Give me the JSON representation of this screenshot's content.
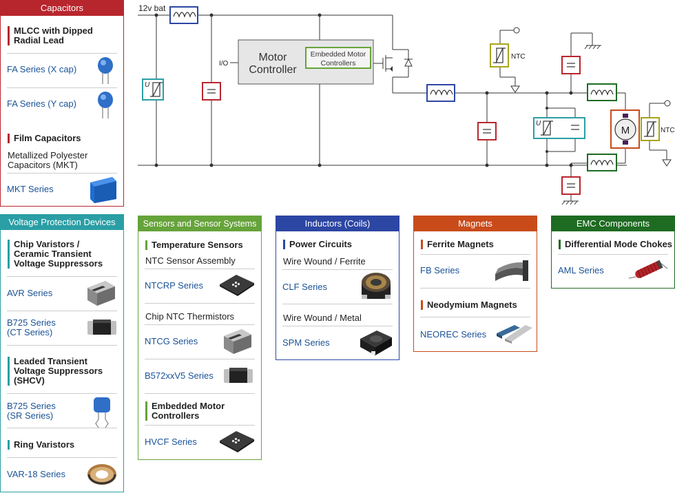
{
  "colors": {
    "capacitors": "#b8262d",
    "voltage": "#2a9ea5",
    "sensors": "#66a33a",
    "inductors": "#2c46a3",
    "magnets": "#c94b1a",
    "emc": "#1e6b22",
    "link": "#1a5296"
  },
  "circuit": {
    "battery_label": "12v bat",
    "io_label": "I/O",
    "controller_line1": "Motor",
    "controller_line2": "Controller",
    "embedded_line1": "Embedded Motor",
    "embedded_line2": "Controllers",
    "ntc_label_1": "NTC",
    "ntc_label_2": "NTC",
    "motor_label": "M",
    "varistor_u_1": "U",
    "varistor_u_2": "U"
  },
  "capacitors": {
    "title": "Capacitors",
    "sec1": "MLCC with Dipped Radial Lead",
    "link1": "FA Series  (X cap)",
    "link2": "FA Series (Y cap)",
    "sec2": "Film Capacitors",
    "sub1": "Metallized Polyester Capacitors (MKT)",
    "link3": "MKT Series"
  },
  "voltage": {
    "title": "Voltage Protection Devices",
    "sec1": "Chip Varistors / Ceramic Transient Voltage Suppressors",
    "link1": "AVR Series",
    "link2a": "B725 Series",
    "link2b": "(CT Series)",
    "sec2": "Leaded Transient Voltage Suppressors (SHCV)",
    "link3a": "B725 Series",
    "link3b": "(SR Series)",
    "sec3": "Ring Varistors",
    "link4": "VAR-18 Series"
  },
  "sensors": {
    "title": "Sensors and Sensor Systems",
    "sec1": "Temperature Sensors",
    "sub1": "NTC Sensor Assembly",
    "link1": "NTCRP Series",
    "sub2": "Chip NTC Thermistors",
    "link2": "NTCG Series",
    "link3": "B572xxV5 Series",
    "sec2": "Embedded Motor Controllers",
    "link4": "HVCF Series"
  },
  "inductors": {
    "title": "Inductors (Coils)",
    "sec1": "Power Circuits",
    "sub1": "Wire Wound / Ferrite",
    "link1": "CLF Series",
    "sub2": "Wire Wound / Metal",
    "link2": "SPM Series"
  },
  "magnets": {
    "title": "Magnets",
    "sec1": "Ferrite Magnets",
    "link1": "FB Series",
    "sec2": "Neodymium Magnets",
    "link2": "NEOREC Series"
  },
  "emc": {
    "title": "EMC Components",
    "sec1": "Differential Mode Chokes",
    "link1": "AML Series"
  }
}
